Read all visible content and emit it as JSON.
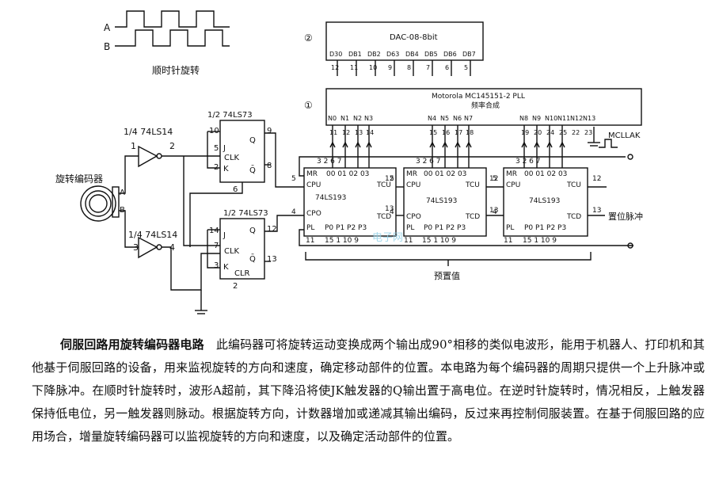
{
  "waveform": {
    "a_label": "A",
    "b_label": "B",
    "caption": "顺时针旋转"
  },
  "dac": {
    "marker": "②",
    "title": "DAC-08-8bit",
    "pins": [
      "D30",
      "DB1",
      "DB2",
      "D63",
      "DB4",
      "DB5",
      "DB6",
      "DB7"
    ],
    "pin_numbers": [
      "12",
      "11",
      "10",
      "9",
      "8",
      "7",
      "6",
      "5"
    ]
  },
  "pll": {
    "marker": "①",
    "title": "Motorola MC145151-2 PLL",
    "subtitle": "频率合成",
    "pins": [
      "N0",
      "N1",
      "N2",
      "N3",
      "N4",
      "N5",
      "N6",
      "N7",
      "N8",
      "N9",
      "N10",
      "N11",
      "N12",
      "N13"
    ],
    "pin_numbers": [
      "11",
      "12",
      "13",
      "14",
      "15",
      "16",
      "17",
      "18",
      "19",
      "20",
      "24",
      "25",
      "22",
      "23"
    ]
  },
  "clock_label": "MCLLAK",
  "reset_label": "置位脉冲",
  "preset_label": "预置值",
  "encoder_label": "旋转编码器",
  "inverter_top_label": "1/4 74LS14",
  "inverter_bottom_label": "1/4 74LS14",
  "flipflop_top_label": "1/2 74LS73",
  "flipflop_bottom_label": "1/2 74LS73",
  "counter_name": "74LS193",
  "watermark": "电子网",
  "caption": {
    "title": "伺服回路用旋转编码器电路",
    "body": "此编码器可将旋转运动变换成两个输出成90°相移的类似电波形，能用于机器人、打印机和其他基于伺服回路的设备，用来监视旋转的方向和速度，确定移动部件的位置。本电路为每个编码器的周期只提供一个上升脉冲或下降脉冲。在顺时针旋转时，波形A超前，其下降沿将使JK触发器的Q输出置于高电位。在逆时针旋转时，情况相反，上触发器保持低电位，另一触发器则脉动。根据旋转方向，计数器增加或递减其输出编码，反过来再控制伺服装置。在基于伺服回路的应用场合，增量旋转编码器可以监视旋转的方向和速度，以及确定活动部件的位置。"
  }
}
